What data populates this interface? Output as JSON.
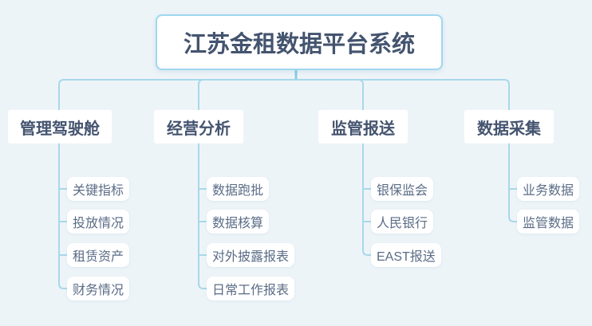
{
  "diagram": {
    "root": {
      "label": "江苏金租数据平台系统"
    },
    "branches": [
      {
        "label": "管理驾驶舱",
        "children": [
          "关键指标",
          "投放情况",
          "租赁资产",
          "财务情况"
        ]
      },
      {
        "label": "经营分析",
        "children": [
          "数据跑批",
          "数据核算",
          "对外披露报表",
          "日常工作报表"
        ]
      },
      {
        "label": "监管报送",
        "children": [
          "银保监会",
          "人民银行",
          "EAST报送"
        ]
      },
      {
        "label": "数据采集",
        "children": [
          "业务数据",
          "监管数据"
        ]
      }
    ],
    "colors": {
      "background": "#edf4f8",
      "connector_line": "#a8d8e9",
      "trunk_line": "#85cce6",
      "root_border": "#9fd7ef",
      "heading_text": "#44546f",
      "child_text": "#5a6c86",
      "node_background": "#ffffff"
    }
  }
}
